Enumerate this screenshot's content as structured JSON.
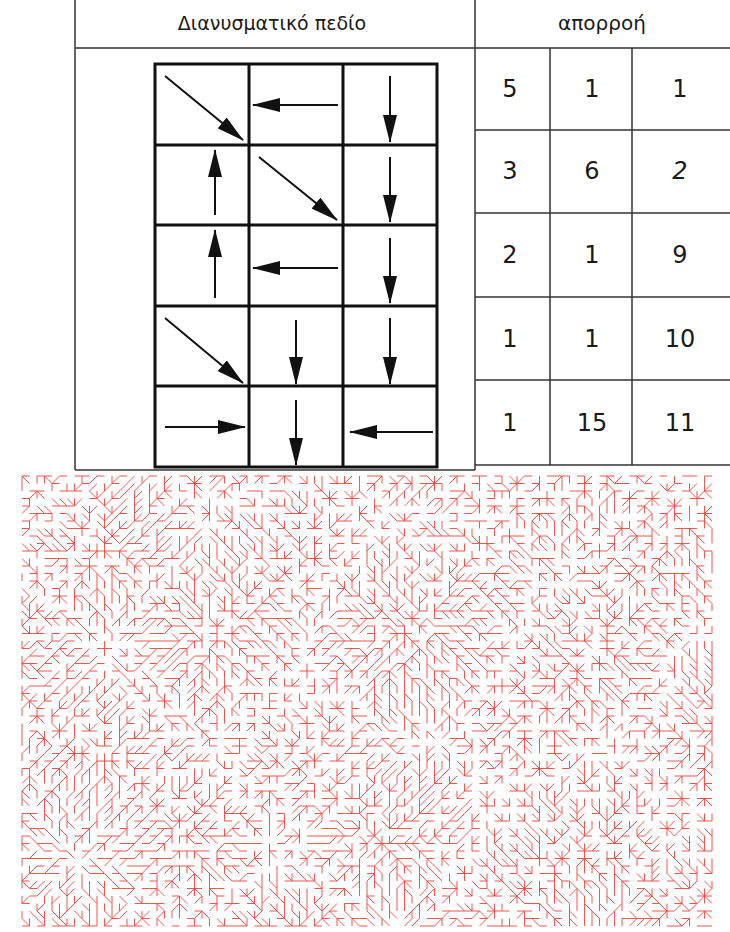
{
  "diagram": {
    "labels": [
      "Διανυσματικό πεδίο",
      "απορροή",
      "5",
      "1",
      "1",
      "3",
      "6",
      "2",
      "2",
      "1",
      "9",
      "1",
      "1",
      "10",
      "1",
      "15",
      "11"
    ]
  }
}
